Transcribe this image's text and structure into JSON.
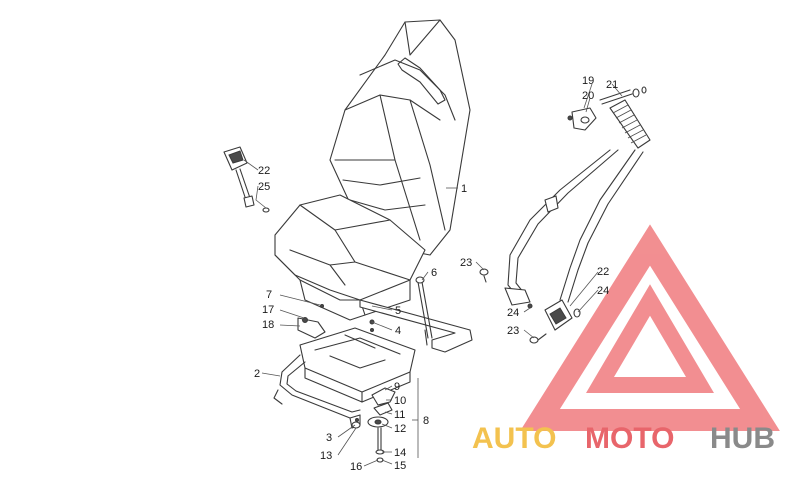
{
  "diagram": {
    "callouts": {
      "c1": "1",
      "c2": "2",
      "c3": "3",
      "c4": "4",
      "c5": "5",
      "c6": "6",
      "c7": "7",
      "c8": "8",
      "c9": "9",
      "c10": "10",
      "c11": "11",
      "c12": "12",
      "c13": "13",
      "c14": "14",
      "c15": "15",
      "c16": "16",
      "c17": "17",
      "c18": "18",
      "c19": "19",
      "c20": "20",
      "c21": "21",
      "c22a": "22",
      "c22b": "22",
      "c23a": "23",
      "c23b": "23",
      "c24a": "24",
      "c24b": "24",
      "c25": "25"
    }
  },
  "watermark": {
    "part1": "AUTO",
    "part2": "MOTO",
    "part3": "HUB",
    "colors": {
      "auto": "#f3c24f",
      "moto": "#e8656b",
      "hub": "#8a8a8a",
      "triangle": "#f07b7e"
    }
  }
}
